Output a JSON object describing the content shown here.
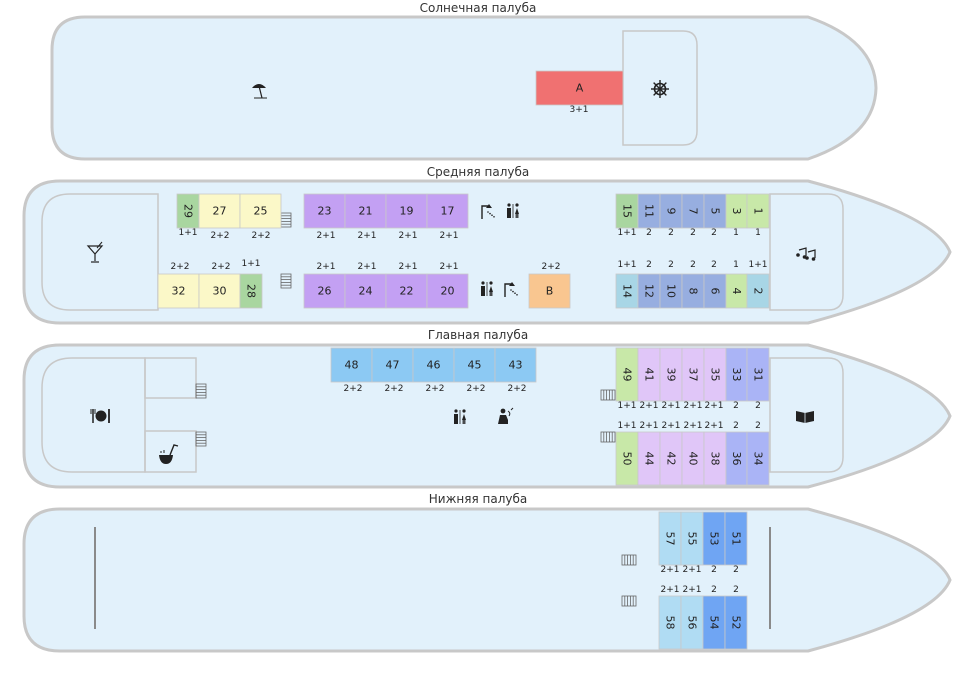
{
  "colors": {
    "hull_fill": "#e2f1fb",
    "hull_stroke": "#c8c8c8",
    "cat_A": "#f07171",
    "cat_B": "#f9c690",
    "cat_lime": "#c8e8a8",
    "cat_green": "#a9d6a0",
    "cat_cream": "#fbf8c8",
    "cat_purple": "#c3a0f3",
    "cat_bluegray": "#97aee0",
    "cat_lavender": "#e0c6f8",
    "cat_periwinkle": "#aab4f6",
    "cat_skyblue": "#8cc9f3",
    "cat_lightblue": "#b0dcf3",
    "cat_blue": "#6fa5f3",
    "cat_teal": "#a8d6e6"
  },
  "decks": [
    {
      "title": "Солнечная палуба",
      "icons": [
        "beach-umbrella-icon",
        "ship-wheel-icon"
      ],
      "cabins": [
        {
          "num": "A",
          "berth": "3+1",
          "color": "cat_A"
        }
      ]
    },
    {
      "title": "Средняя палуба",
      "icons": [
        "cocktail-bar-icon",
        "shower-icon",
        "restroom-icon",
        "restroom-icon",
        "shower-icon",
        "music-notes-icon"
      ],
      "cabins": [
        {
          "num": "29",
          "berth": "1+1",
          "color": "cat_green"
        },
        {
          "num": "27",
          "berth": "2+2",
          "color": "cat_cream"
        },
        {
          "num": "25",
          "berth": "2+2",
          "color": "cat_cream"
        },
        {
          "num": "32",
          "berth": "2+2",
          "color": "cat_cream"
        },
        {
          "num": "30",
          "berth": "2+2",
          "color": "cat_cream"
        },
        {
          "num": "28",
          "berth": "1+1",
          "color": "cat_green"
        },
        {
          "num": "23",
          "berth": "2+1",
          "color": "cat_purple"
        },
        {
          "num": "21",
          "berth": "2+1",
          "color": "cat_purple"
        },
        {
          "num": "19",
          "berth": "2+1",
          "color": "cat_purple"
        },
        {
          "num": "17",
          "berth": "2+1",
          "color": "cat_purple"
        },
        {
          "num": "26",
          "berth": "2+1",
          "color": "cat_purple"
        },
        {
          "num": "24",
          "berth": "2+1",
          "color": "cat_purple"
        },
        {
          "num": "22",
          "berth": "2+1",
          "color": "cat_purple"
        },
        {
          "num": "20",
          "berth": "2+1",
          "color": "cat_purple"
        },
        {
          "num": "B",
          "berth": "2+2",
          "color": "cat_B"
        },
        {
          "num": "15",
          "berth": "1+1",
          "color": "cat_green"
        },
        {
          "num": "11",
          "berth": "2",
          "color": "cat_bluegray"
        },
        {
          "num": "9",
          "berth": "2",
          "color": "cat_bluegray"
        },
        {
          "num": "7",
          "berth": "2",
          "color": "cat_bluegray"
        },
        {
          "num": "5",
          "berth": "2",
          "color": "cat_bluegray"
        },
        {
          "num": "3",
          "berth": "1",
          "color": "cat_lime"
        },
        {
          "num": "1",
          "berth": "1",
          "color": "cat_lime"
        },
        {
          "num": "14",
          "berth": "1+1",
          "color": "cat_teal"
        },
        {
          "num": "12",
          "berth": "2",
          "color": "cat_bluegray"
        },
        {
          "num": "10",
          "berth": "2",
          "color": "cat_bluegray"
        },
        {
          "num": "8",
          "berth": "2",
          "color": "cat_bluegray"
        },
        {
          "num": "6",
          "berth": "2",
          "color": "cat_bluegray"
        },
        {
          "num": "4",
          "berth": "1",
          "color": "cat_lime"
        },
        {
          "num": "2",
          "berth": "1+1",
          "color": "cat_teal"
        }
      ]
    },
    {
      "title": "Главная палуба",
      "icons": [
        "restaurant-icon",
        "soup-ladle-icon",
        "restroom-icon",
        "hairdresser-icon",
        "library-book-icon"
      ],
      "cabins": [
        {
          "num": "48",
          "berth": "2+2",
          "color": "cat_skyblue"
        },
        {
          "num": "47",
          "berth": "2+2",
          "color": "cat_skyblue"
        },
        {
          "num": "46",
          "berth": "2+2",
          "color": "cat_skyblue"
        },
        {
          "num": "45",
          "berth": "2+2",
          "color": "cat_skyblue"
        },
        {
          "num": "43",
          "berth": "2+2",
          "color": "cat_skyblue"
        },
        {
          "num": "49",
          "berth": "1+1",
          "color": "cat_lime"
        },
        {
          "num": "41",
          "berth": "2+1",
          "color": "cat_lavender"
        },
        {
          "num": "39",
          "berth": "2+1",
          "color": "cat_lavender"
        },
        {
          "num": "37",
          "berth": "2+1",
          "color": "cat_lavender"
        },
        {
          "num": "35",
          "berth": "2+1",
          "color": "cat_lavender"
        },
        {
          "num": "33",
          "berth": "2",
          "color": "cat_periwinkle"
        },
        {
          "num": "31",
          "berth": "2",
          "color": "cat_periwinkle"
        },
        {
          "num": "50",
          "berth": "1+1",
          "color": "cat_lime"
        },
        {
          "num": "44",
          "berth": "2+1",
          "color": "cat_lavender"
        },
        {
          "num": "42",
          "berth": "2+1",
          "color": "cat_lavender"
        },
        {
          "num": "40",
          "berth": "2+1",
          "color": "cat_lavender"
        },
        {
          "num": "38",
          "berth": "2+1",
          "color": "cat_lavender"
        },
        {
          "num": "36",
          "berth": "2",
          "color": "cat_periwinkle"
        },
        {
          "num": "34",
          "berth": "2",
          "color": "cat_periwinkle"
        }
      ]
    },
    {
      "title": "Нижняя палуба",
      "icons": [],
      "cabins": [
        {
          "num": "57",
          "berth": "2+1",
          "color": "cat_lightblue"
        },
        {
          "num": "55",
          "berth": "2+1",
          "color": "cat_lightblue"
        },
        {
          "num": "53",
          "berth": "2",
          "color": "cat_blue"
        },
        {
          "num": "51",
          "berth": "2",
          "color": "cat_blue"
        },
        {
          "num": "58",
          "berth": "2+1",
          "color": "cat_lightblue"
        },
        {
          "num": "56",
          "berth": "2+1",
          "color": "cat_lightblue"
        },
        {
          "num": "54",
          "berth": "2",
          "color": "cat_blue"
        },
        {
          "num": "52",
          "berth": "2",
          "color": "cat_blue"
        }
      ]
    }
  ]
}
